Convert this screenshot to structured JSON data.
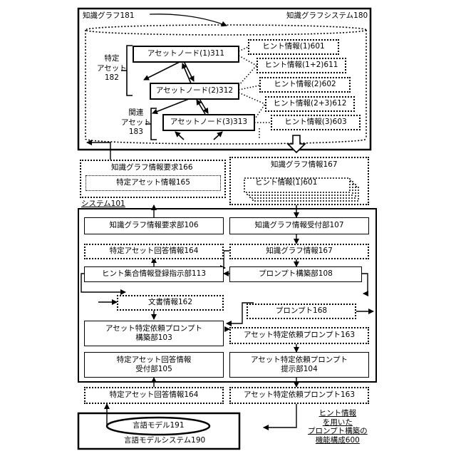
{
  "kg_system": {
    "title": "知識グラフシステム180",
    "kg_label": "知識グラフ181",
    "specific_asset_label": "特定\nアセット\n182",
    "related_asset_label": "関連\nアセット\n183",
    "nodes": [
      "アセットノード(1)311",
      "アセットノード(2)312",
      "アセットノード(3)313"
    ],
    "hints": [
      "ヒント情報(1)601",
      "ヒント情報(1+2)611",
      "ヒント情報(2)602",
      "ヒント情報(2+3)612",
      "ヒント情報(3)603"
    ]
  },
  "request": {
    "title": "知識グラフ情報要求166",
    "inner": "特定アセット情報165"
  },
  "kg_info_top": {
    "title": "知識グラフ情報167",
    "inner": "ヒント情報(1)601"
  },
  "system": {
    "label": "システム101",
    "kg_request_unit": "知識グラフ情報要求部106",
    "kg_receive_unit": "知識グラフ情報受付部107",
    "specific_answer_info": "特定アセット回答情報164",
    "kg_info": "知識グラフ情報167",
    "hint_register_unit": "ヒント集合情報登録指示部113",
    "prompt_build_unit": "プロンプト構築部108",
    "document_info": "文書情報162",
    "prompt": "プロンプト168",
    "asset_prompt_build_unit": "アセット特定依頼プロンプト\n構築部103",
    "asset_prompt": "アセット特定依頼プロンプト163",
    "answer_receive_unit": "特定アセット回答情報\n受付部105",
    "prompt_present_unit": "アセット特定依頼プロンプト\n提示部104"
  },
  "bottom": {
    "answer_info": "特定アセット回答情報164",
    "prompt": "アセット特定依頼プロンプト163"
  },
  "lm_system": {
    "title": "言語モデルシステム190",
    "model": "言語モデル191"
  },
  "caption": "ヒント情報\nを用いた\nプロンプト構築の\n機能構成600"
}
